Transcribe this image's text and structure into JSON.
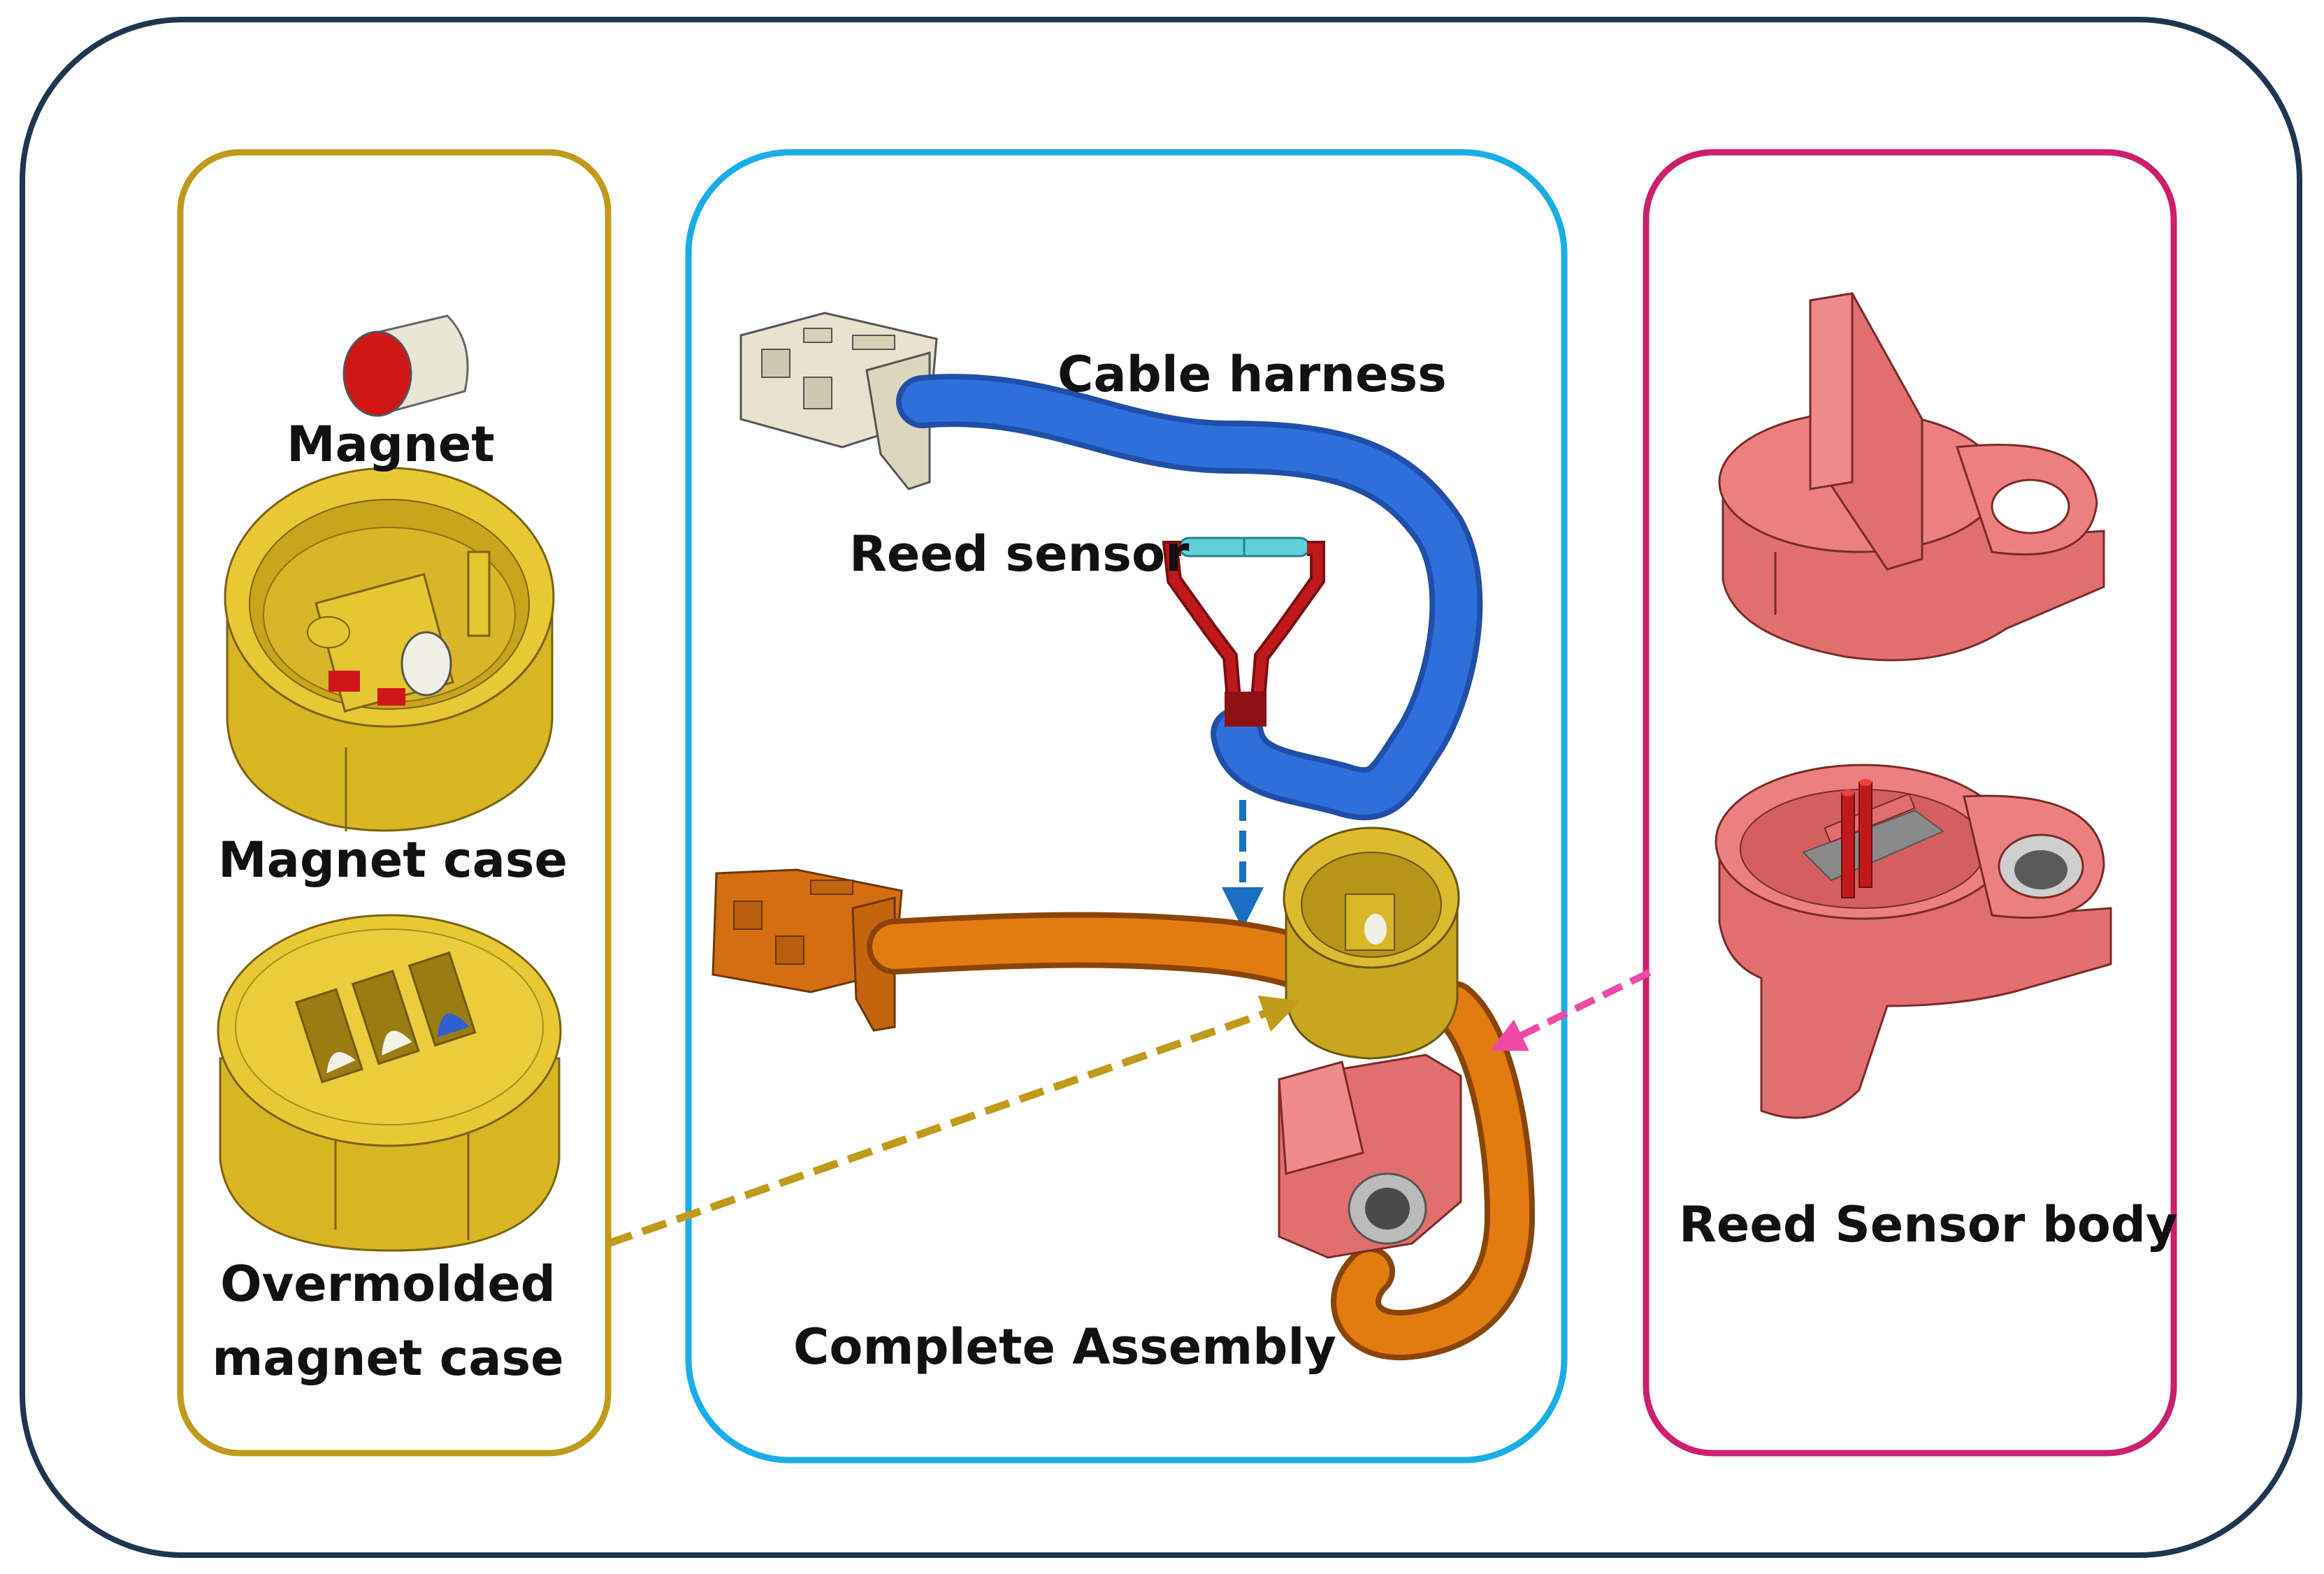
{
  "labels": {
    "magnet": "Magnet",
    "magnet_case": "Magnet case",
    "overmolded_line1": "Overmolded",
    "overmolded_line2": "magnet case",
    "cable_harness": "Cable harness",
    "reed_sensor": "Reed sensor",
    "complete_assembly": "Complete Assembly",
    "reed_sensor_body": "Reed Sensor body"
  },
  "colors": {
    "outer_border": "#1f3550",
    "left_panel_border": "#c09a1a",
    "center_panel_border": "#1aaee8",
    "right_panel_border": "#cc1f6e",
    "magnet_case_gold": "#e6c62e",
    "cable_blue": "#2f6fdb",
    "assembly_orange": "#e37c10",
    "sensor_body_pink": "#e67575",
    "reed_wire_red": "#c0191c",
    "reed_glass_cyan": "#5fd0d8",
    "connector_beige": "#e8e2cf",
    "arrow_blue": "#1a6fc0",
    "arrow_gold": "#c09a1a",
    "arrow_pink": "#ef4aa5"
  }
}
